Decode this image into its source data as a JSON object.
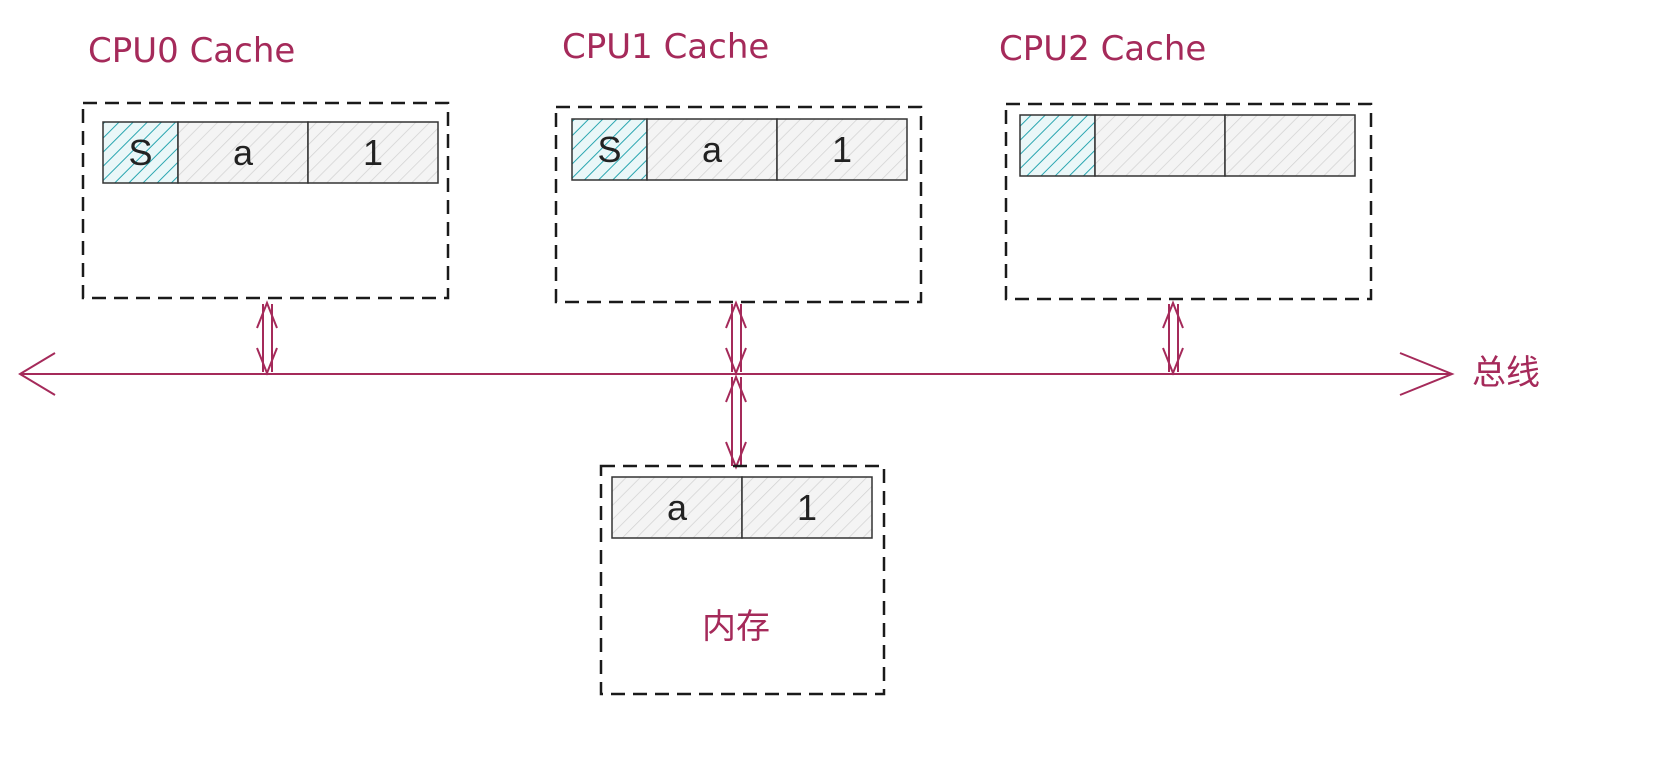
{
  "cpu0": {
    "title": "CPU0 Cache",
    "state": "S",
    "address": "a",
    "value": "1"
  },
  "cpu1": {
    "title": "CPU1 Cache",
    "state": "S",
    "address": "a",
    "value": "1"
  },
  "cpu2": {
    "title": "CPU2 Cache",
    "state": "",
    "address": "",
    "value": ""
  },
  "memory": {
    "title": "内存",
    "address": "a",
    "value": "1"
  },
  "bus": {
    "label": "总线"
  },
  "colors": {
    "accent": "#a52a5a",
    "state_hatch": "#2aa6b0",
    "data_hatch": "#c8c8c8"
  }
}
